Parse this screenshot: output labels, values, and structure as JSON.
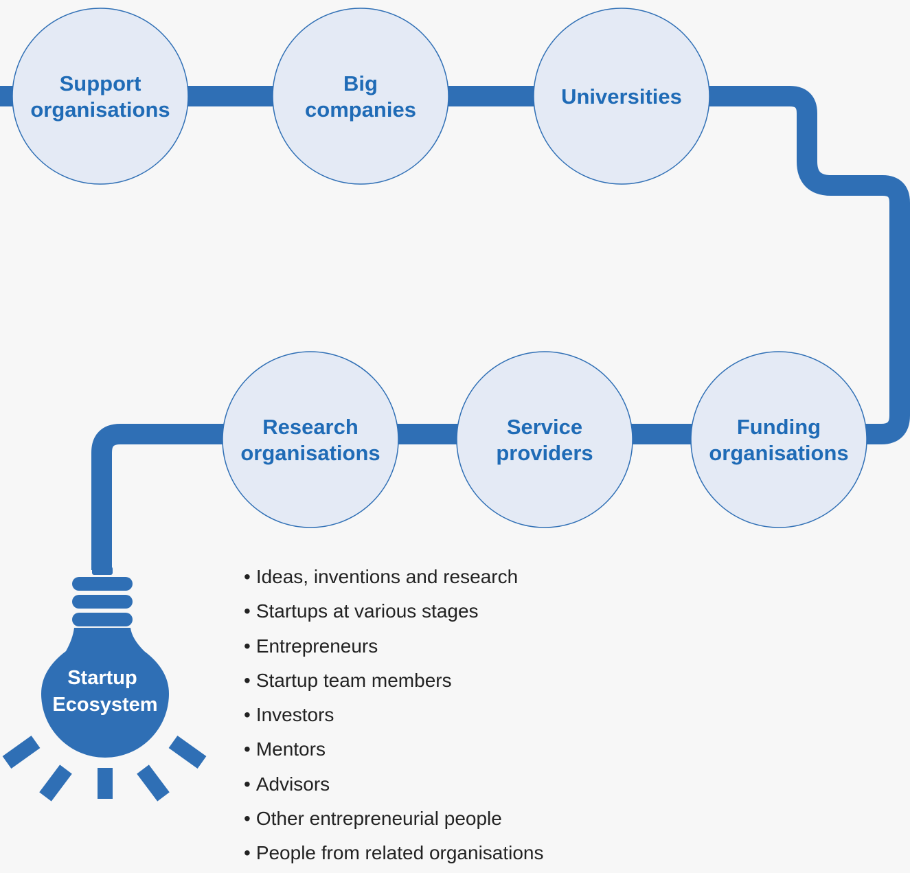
{
  "colors": {
    "path": "#2f6fb5",
    "node_fill": "#e4eaf5",
    "node_text": "#1f6bb6",
    "bulb": "#2f6fb5",
    "background": "#f7f7f7"
  },
  "nodes": [
    {
      "lines": [
        "Support",
        "organisations"
      ]
    },
    {
      "lines": [
        "Big",
        "companies"
      ]
    },
    {
      "lines": [
        "Universities"
      ]
    },
    {
      "lines": [
        "Research",
        "organisations"
      ]
    },
    {
      "lines": [
        "Service",
        "providers"
      ]
    },
    {
      "lines": [
        "Funding",
        "organisations"
      ]
    }
  ],
  "bulb": {
    "icon": "lightbulb-icon",
    "lines": [
      "Startup",
      "Ecosystem"
    ]
  },
  "list": [
    "Ideas, inventions and research",
    "Startups at various stages",
    "Entrepreneurs",
    "Startup team members",
    "Investors",
    "Mentors",
    "Advisors",
    "Other entrepreneurial people",
    "People from related organisations"
  ]
}
